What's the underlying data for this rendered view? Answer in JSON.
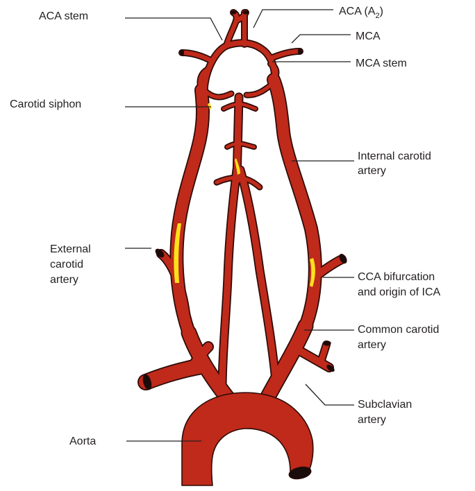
{
  "labels": {
    "aca_stem": "ACA stem",
    "aca_a2_main": "ACA (A",
    "aca_a2_sub": "2",
    "aca_a2_close": ")",
    "mca": "MCA",
    "mca_stem": "MCA stem",
    "carotid_siphon": "Carotid siphon",
    "internal_carotid": [
      "Internal carotid",
      "artery"
    ],
    "external_carotid": [
      "External",
      "carotid",
      "artery"
    ],
    "cca_bifurcation": [
      "CCA bifurcation",
      "and origin of ICA"
    ],
    "common_carotid": [
      "Common carotid",
      "artery"
    ],
    "subclavian": [
      "Subclavian",
      "artery"
    ],
    "aorta": "Aorta"
  },
  "colors": {
    "vessel_fill": "#bf2a1a",
    "vessel_outline": "#2b0a07",
    "plaque": "#ffe21a",
    "lumen": "#1a0c0a",
    "label_text": "#231f20",
    "background": "#ffffff"
  }
}
